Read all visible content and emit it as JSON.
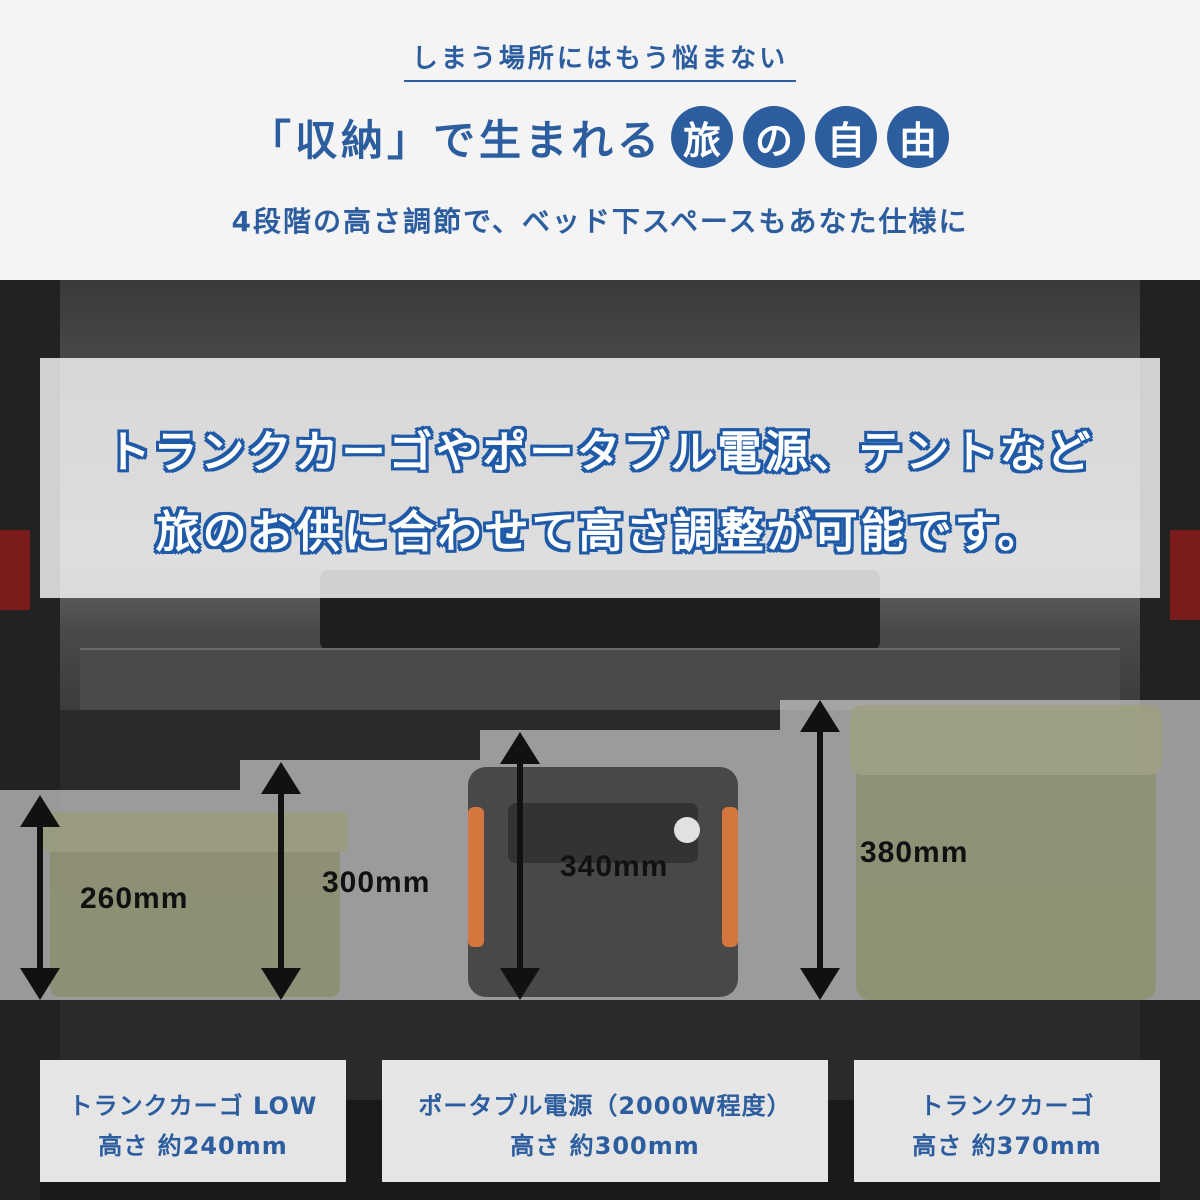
{
  "header": {
    "tagline": "しまう場所にはもう悩まない",
    "headline_prefix": "「収納」で生まれる",
    "headline_circles": [
      "旅",
      "の",
      "自",
      "由"
    ],
    "subline": "4段階の高さ調節で、ベッド下スペースもあなた仕様に"
  },
  "overlay": {
    "line1": "トランクカーゴやポータブル電源、テントなど",
    "line2": "旅のお供に合わせて高さ調整が可能です。"
  },
  "dimensions": [
    "260mm",
    "300mm",
    "340mm",
    "380mm"
  ],
  "captions": [
    {
      "name": "トランクカーゴ LOW",
      "height": "高さ 約240mm"
    },
    {
      "name": "ポータブル電源（2000W程度）",
      "height": "高さ 約300mm"
    },
    {
      "name": "トランクカーゴ",
      "height": "高さ 約370mm"
    }
  ],
  "colors": {
    "accent": "#2c5d9e",
    "power_station_accent": "#e07030"
  }
}
